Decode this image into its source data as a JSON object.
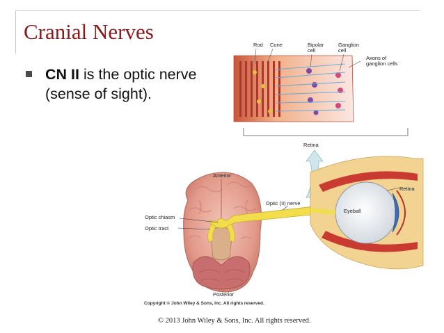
{
  "slide": {
    "title": "Cranial Nerves",
    "bullet": {
      "bold": "CN II",
      "rest": " is the optic nerve (sense of sight)."
    },
    "footer": "© 2013 John Wiley & Sons, Inc. All rights reserved."
  },
  "figure": {
    "labels": {
      "rod": "Rod",
      "cone": "Cone",
      "bipolar_1": "Bipolar",
      "bipolar_2": "cell",
      "ganglion_1": "Ganglion",
      "ganglion_2": "cell",
      "axons_1": "Axons of",
      "axons_2": "ganglion cells",
      "retina_top": "Retina",
      "anterior": "Anterior",
      "optic_nerve": "Optic (II) nerve",
      "optic_chiasm": "Optic chiasm",
      "optic_tract": "Optic tract",
      "eyeball": "Eyeball",
      "retina_right": "Retina",
      "posterior": "Posterior"
    },
    "copyright": "Copyright © John Wiley & Sons, Inc. All rights reserved."
  }
}
